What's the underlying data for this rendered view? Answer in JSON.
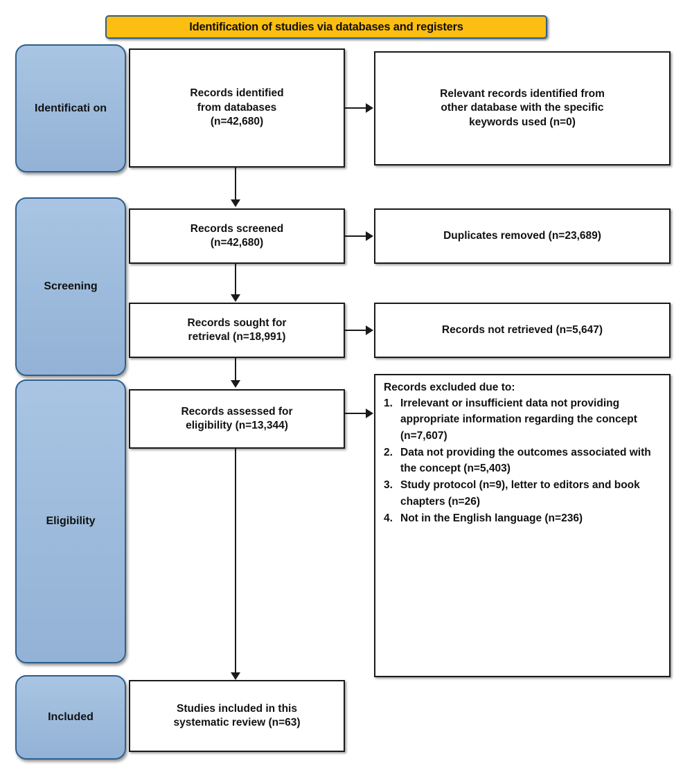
{
  "banner": {
    "title": "Identification of studies via databases and registers"
  },
  "phases": [
    {
      "id": "identification",
      "label": "Identificati\non"
    },
    {
      "id": "screening",
      "label": "Screening"
    },
    {
      "id": "eligibility",
      "label": "Eligibility"
    },
    {
      "id": "included",
      "label": "Included"
    }
  ],
  "boxes": {
    "records_identified": "Records identified\nfrom databases\n(n=42,680)",
    "relevant_other_db": "Relevant records identified from\nother database with the specific\nkeywords used (n=0)",
    "records_screened": "Records screened\n(n=42,680)",
    "duplicates_removed": "Duplicates removed (n=23,689)",
    "records_sought": "Records sought for\nretrieval (n=18,991)",
    "records_not_retrieved": "Records not retrieved (n=5,647)",
    "records_assessed": "Records assessed for\neligibility (n=13,344)",
    "studies_included": "Studies included in this\nsystematic review (n=63)"
  },
  "excluded": {
    "heading": "Records excluded due to:",
    "items": [
      {
        "num": "1.",
        "text": "Irrelevant or insufficient data  not providing appropriate information regarding the concept (n=7,607)"
      },
      {
        "num": "2.",
        "text": "Data not providing the outcomes associated with the concept (n=5,403)"
      },
      {
        "num": "3.",
        "text": "Study protocol (n=9), letter to editors and book chapters (n=26)"
      },
      {
        "num": "4.",
        "text": "Not in the English language (n=236)"
      }
    ]
  },
  "colors": {
    "banner_fill": "#FCBE11",
    "banner_border": "#2E5F8A",
    "phase_fill": "#9CBADB",
    "phase_border": "#2E5F8A",
    "box_border": "#1a1a1a",
    "text": "#111111"
  },
  "chart_data": {
    "type": "diagram",
    "title": "Identification of studies via databases and registers",
    "flow": [
      {
        "stage": "Identification",
        "label": "Records identified from databases",
        "n": 42680
      },
      {
        "stage": "Identification",
        "label": "Relevant records identified from other database with the specific keywords used",
        "n": 0
      },
      {
        "stage": "Screening",
        "label": "Records screened",
        "n": 42680
      },
      {
        "stage": "Screening",
        "label": "Duplicates removed",
        "n": 23689
      },
      {
        "stage": "Screening",
        "label": "Records sought for retrieval",
        "n": 18991
      },
      {
        "stage": "Screening",
        "label": "Records not retrieved",
        "n": 5647
      },
      {
        "stage": "Eligibility",
        "label": "Records assessed for eligibility",
        "n": 13344
      },
      {
        "stage": "Eligibility",
        "label": "Irrelevant or insufficient data not providing appropriate information regarding the concept",
        "n": 7607
      },
      {
        "stage": "Eligibility",
        "label": "Data not providing the outcomes associated with the concept",
        "n": 5403
      },
      {
        "stage": "Eligibility",
        "label": "Study protocol",
        "n": 9
      },
      {
        "stage": "Eligibility",
        "label": "Letter to editors and book chapters",
        "n": 26
      },
      {
        "stage": "Eligibility",
        "label": "Not in the English language",
        "n": 236
      },
      {
        "stage": "Included",
        "label": "Studies included in this systematic review",
        "n": 63
      }
    ]
  }
}
